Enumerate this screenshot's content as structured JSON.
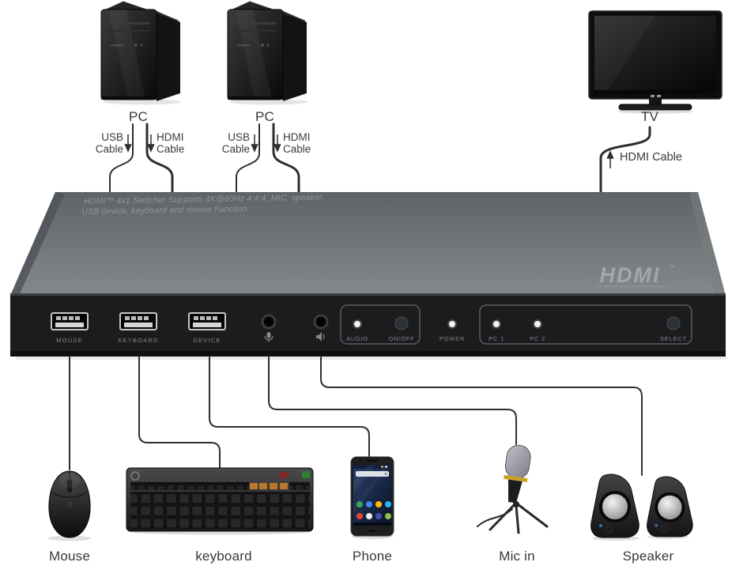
{
  "diagram": {
    "sources": {
      "pc1_label": "PC",
      "pc2_label": "PC",
      "tv_label": "TV"
    },
    "cable_labels": {
      "usb_line1": "USB",
      "usb_line2": "Cable",
      "hdmi_line1": "HDMI",
      "hdmi_line2": "Cable",
      "tv_hdmi_cable": "HDMI Cable"
    },
    "switcher": {
      "top_text_line1": "HDMI™ 4x1 Switcher Supports 4K@60Hz 4:4:4, MIC, speaker,",
      "top_text_line2": "USB device, keyboard and mouse Function",
      "hdmi_logo": "HDMI",
      "hdmi_logo_tm": "™",
      "port_labels": {
        "mouse": "MOUSE",
        "keyboard": "KEYBOARD",
        "device": "DEVICE"
      },
      "audio_group": {
        "audio_led": "AUDIO",
        "onoff_button": "ON/OFF"
      },
      "power_led": "POWER",
      "pc_group": {
        "pc1_led": "PC 1",
        "pc2_led": "PC 2",
        "select_button": "SELECT"
      }
    },
    "peripherals": {
      "mouse": "Mouse",
      "keyboard": "keyboard",
      "phone": "Phone",
      "mic": "Mic in",
      "speaker": "Speaker"
    },
    "colors": {
      "cable_line": "#2e2e30",
      "switcher_top": "#6b7073",
      "switcher_front": "#1a1c1e",
      "panel_text": "#85888b",
      "label_text": "#38383a",
      "fn_key_orange": "#b9792c"
    }
  }
}
